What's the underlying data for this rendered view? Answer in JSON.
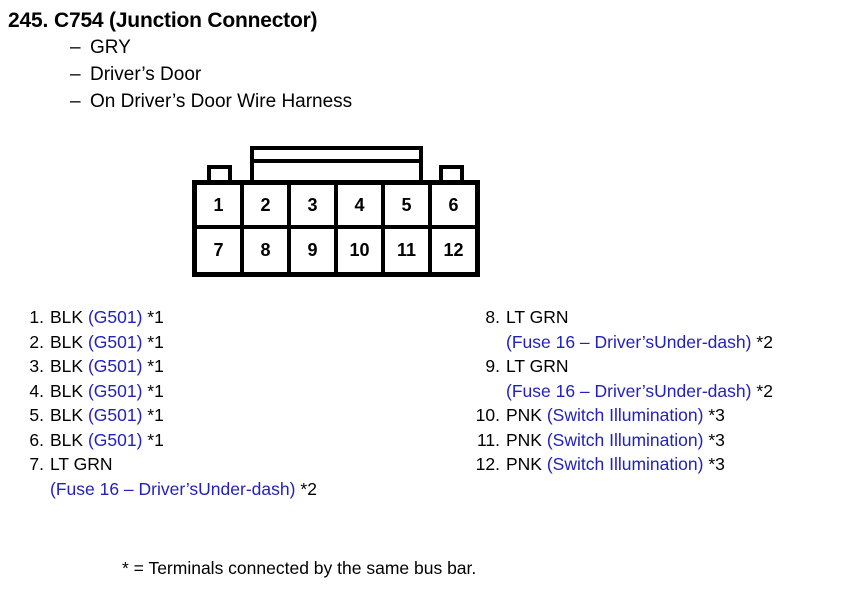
{
  "header": {
    "number": "245.",
    "title": "C754 (Junction Connector)",
    "sublines": [
      {
        "dash": "–",
        "text": "GRY"
      },
      {
        "dash": "–",
        "text": "Driver’s Door"
      },
      {
        "dash": "–",
        "text": "On Driver’s Door Wire Harness"
      }
    ]
  },
  "connector": {
    "rows": [
      [
        "1",
        "2",
        "3",
        "4",
        "5",
        "6"
      ],
      [
        "7",
        "8",
        "9",
        "10",
        "11",
        "12"
      ]
    ]
  },
  "colors": {
    "circuit_blue": "#2222bb",
    "text_black": "#000000",
    "background": "#ffffff"
  },
  "pins_left": [
    {
      "num": "1.",
      "wire": "BLK",
      "ref": "(G501)",
      "mark": "*1",
      "sub": null,
      "sub_mark": null
    },
    {
      "num": "2.",
      "wire": "BLK",
      "ref": "(G501)",
      "mark": "*1",
      "sub": null,
      "sub_mark": null
    },
    {
      "num": "3.",
      "wire": "BLK",
      "ref": "(G501)",
      "mark": "*1",
      "sub": null,
      "sub_mark": null
    },
    {
      "num": "4.",
      "wire": "BLK",
      "ref": "(G501)",
      "mark": "*1",
      "sub": null,
      "sub_mark": null
    },
    {
      "num": "5.",
      "wire": "BLK",
      "ref": "(G501)",
      "mark": "*1",
      "sub": null,
      "sub_mark": null
    },
    {
      "num": "6.",
      "wire": "BLK",
      "ref": "(G501)",
      "mark": "*1",
      "sub": null,
      "sub_mark": null
    },
    {
      "num": "7.",
      "wire": "LT GRN",
      "ref": null,
      "mark": null,
      "sub": "(Fuse 16 – Driver’sUnder-dash)",
      "sub_mark": "*2"
    }
  ],
  "pins_right": [
    {
      "num": "8.",
      "wire": "LT GRN",
      "ref": null,
      "mark": null,
      "sub": "(Fuse 16 – Driver’sUnder-dash)",
      "sub_mark": "*2"
    },
    {
      "num": "9.",
      "wire": "LT GRN",
      "ref": null,
      "mark": null,
      "sub": "(Fuse 16 – Driver’sUnder-dash)",
      "sub_mark": "*2"
    },
    {
      "num": "10.",
      "wire": "PNK",
      "ref": "(Switch Illumination)",
      "mark": "*3",
      "sub": null,
      "sub_mark": null
    },
    {
      "num": "11.",
      "wire": "PNK",
      "ref": "(Switch Illumination)",
      "mark": "*3",
      "sub": null,
      "sub_mark": null
    },
    {
      "num": "12.",
      "wire": "PNK",
      "ref": "(Switch Illumination)",
      "mark": "*3",
      "sub": null,
      "sub_mark": null
    }
  ],
  "footnote": "* = Terminals connected by the same bus bar."
}
